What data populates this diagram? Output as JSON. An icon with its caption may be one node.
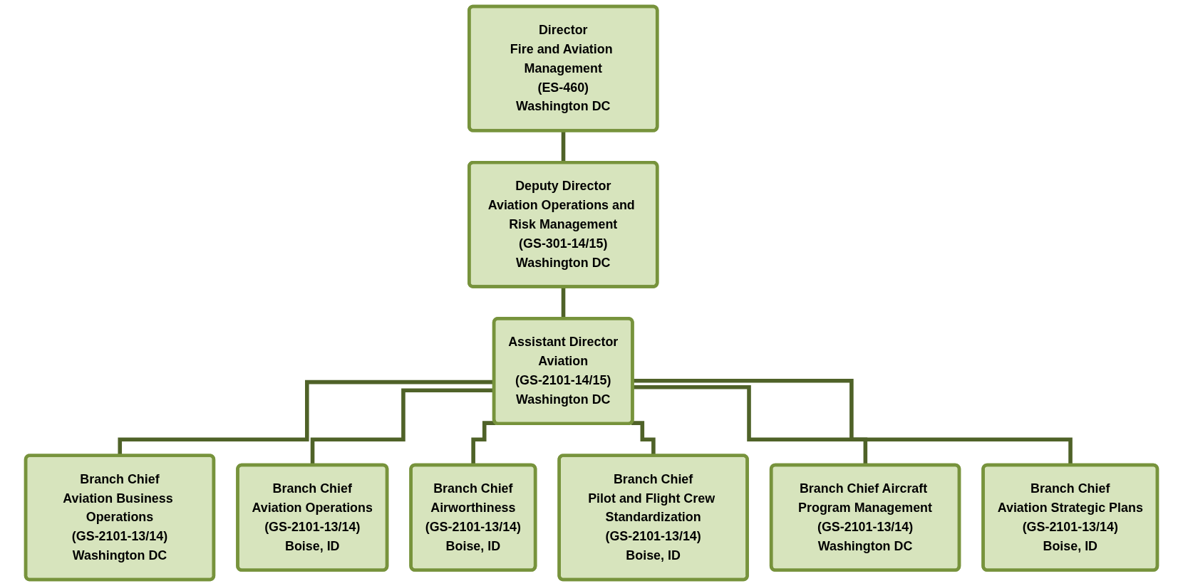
{
  "diagram": {
    "nodes": [
      {
        "text": [
          "Director",
          "Fire and Aviation Management",
          "(ES-460)",
          "Washington DC"
        ]
      },
      {
        "text": [
          "Deputy Director",
          "Aviation Operations and Risk Management",
          "(GS-301-14/15)",
          "Washington DC"
        ]
      },
      {
        "text": [
          "Assistant Director",
          "Aviation",
          "(GS-2101-14/15)",
          "Washington DC"
        ]
      },
      {
        "text": [
          "Branch Chief",
          "Aviation Business Operations",
          "(GS-2101-13/14)",
          "Washington DC"
        ]
      },
      {
        "text": [
          "Branch Chief",
          "Aviation Operations",
          "(GS-2101-13/14)",
          "Boise, ID"
        ]
      },
      {
        "text": [
          "Branch Chief",
          "Airworthiness",
          "(GS-2101-13/14)",
          "Boise, ID"
        ]
      },
      {
        "text": [
          "Branch Chief",
          "Pilot and Flight Crew Standardization",
          "(GS-2101-13/14)",
          "Boise, ID"
        ]
      },
      {
        "text": [
          "Branch Chief Aircraft Program Management",
          "(GS-2101-13/14)",
          "Washington DC"
        ]
      },
      {
        "text": [
          "Branch Chief",
          "Aviation Strategic Plans",
          "(GS-2101-13/14)",
          "Boise, ID"
        ]
      }
    ],
    "edges": [
      {
        "from": 0,
        "to": 1,
        "arrow": "none"
      },
      {
        "from": 1,
        "to": 2,
        "arrow": "none"
      },
      {
        "from": 2,
        "to": 3,
        "arrow": "none"
      },
      {
        "from": 2,
        "to": 4,
        "arrow": "none"
      },
      {
        "from": 2,
        "to": 5,
        "arrow": "none"
      },
      {
        "from": 2,
        "to": 6,
        "arrow": "none"
      },
      {
        "from": 2,
        "to": 7,
        "arrow": "none"
      },
      {
        "from": 2,
        "to": 8,
        "arrow": "none"
      }
    ]
  }
}
